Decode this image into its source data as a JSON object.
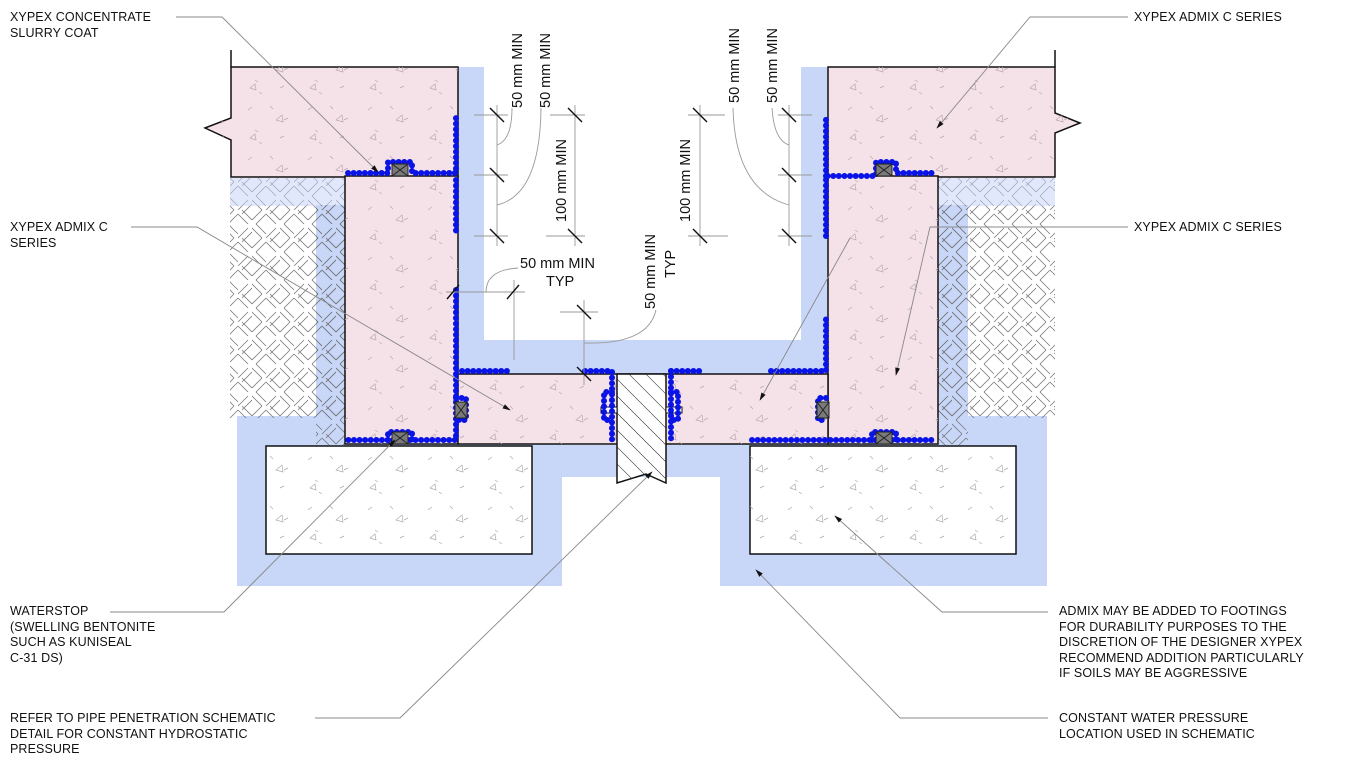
{
  "colors": {
    "wall_concrete": "#f5e1e8",
    "footing_concrete": "#ffffff",
    "water_zone": "#c8d6f8",
    "slurry_coat": "#0a14e6",
    "waterstop": "#7a7a7a",
    "outline": "#111111",
    "leader": "#9a9a9a"
  },
  "labels": {
    "top_left": "XYPEX CONCENTRATE\nSLURRY COAT",
    "top_right": "XYPEX ADMIX C SERIES",
    "mid_left": "XYPEX ADMIX C\nSERIES",
    "mid_right": "XYPEX ADMIX C SERIES",
    "bottom_left_1": "WATERSTOP\n(SWELLING BENTONITE\nSUCH AS KUNISEAL\nC-31 DS)",
    "bottom_left_2": "REFER TO PIPE PENETRATION SCHEMATIC\nDETAIL FOR CONSTANT HYDROSTATIC\nPRESSURE",
    "bottom_right_1": "ADMIX MAY BE ADDED TO FOOTINGS\nFOR DURABILITY PURPOSES TO THE\nDISCRETION OF THE DESIGNER XYPEX\nRECOMMEND ADDITION PARTICULARLY\nIF SOILS MAY BE AGGRESSIVE",
    "bottom_right_2": "CONSTANT WATER PRESSURE\nLOCATION USED IN SCHEMATIC"
  },
  "dimensions": {
    "left_50_a": "50 mm MIN",
    "left_50_b": "50 mm MIN",
    "left_100": "100 mm MIN",
    "right_50_a": "50 mm MIN",
    "right_50_b": "50 mm MIN",
    "right_100": "100 mm MIN",
    "center_50_line1": "50 mm MIN",
    "center_50_line2": "TYP",
    "vertical_50_line1": "50 mm MIN",
    "vertical_50_line2": "TYP"
  }
}
